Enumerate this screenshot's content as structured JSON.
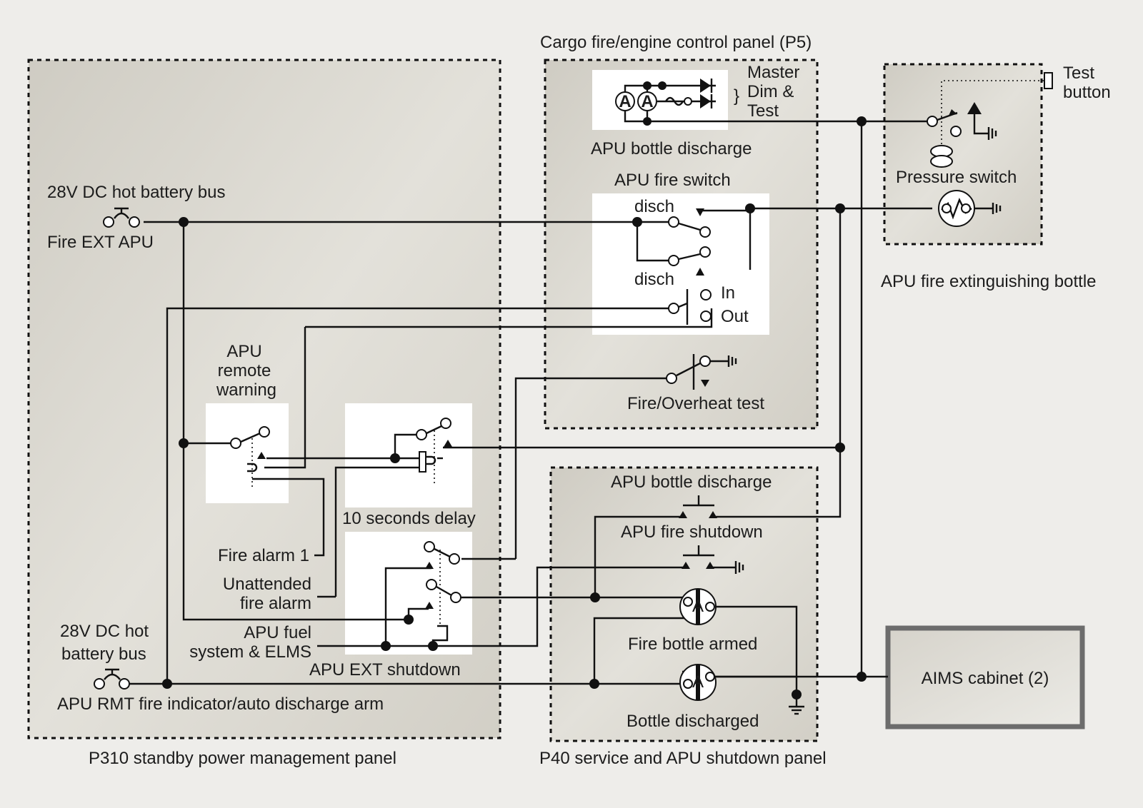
{
  "panels": {
    "p310": "P310 standby power management panel",
    "p5": "Cargo fire/engine control panel (P5)",
    "p40": "P40 service and APU shutdown panel",
    "bottle": "APU fire extinguishing bottle",
    "aims": "AIMS cabinet (2)"
  },
  "labels": {
    "hot_bus_top": "28V DC hot battery bus",
    "fire_ext_apu": "Fire EXT APU",
    "remote_warning_1": "APU",
    "remote_warning_2": "remote",
    "remote_warning_3": "warning",
    "delay": "10 seconds delay",
    "fire_alarm": "Fire alarm 1",
    "unattended_1": "Unattended",
    "unattended_2": "fire alarm",
    "fuel_1": "APU fuel",
    "fuel_2": "system & ELMS",
    "hot_bus_bottom_1": "28V DC hot",
    "hot_bus_bottom_2": "battery bus",
    "rmt_indicator": "APU RMT fire indicator/auto discharge arm",
    "ext_shutdown": "APU EXT shutdown",
    "master_1": "Master",
    "master_2": "Dim &",
    "master_3": "Test",
    "bottle_discharge_p5": "APU bottle discharge",
    "fire_switch": "APU fire switch",
    "disch_top": "disch",
    "disch_bottom": "disch",
    "in": "In",
    "out": "Out",
    "overheat_test": "Fire/Overheat test",
    "test_1": "Test",
    "test_2": "button",
    "pressure_switch": "Pressure switch",
    "bottle_discharge_p40": "APU bottle discharge",
    "fire_shutdown": "APU fire shutdown",
    "fire_bottle_armed": "Fire bottle armed",
    "bottle_discharged": "Bottle discharged",
    "lamp_letter": "A"
  },
  "colors": {
    "background": "#eeedea",
    "panel_fill": "#dcd9d1",
    "wire": "#111111",
    "component_box": "#ffffff",
    "aims_border": "#6c6c6c"
  }
}
